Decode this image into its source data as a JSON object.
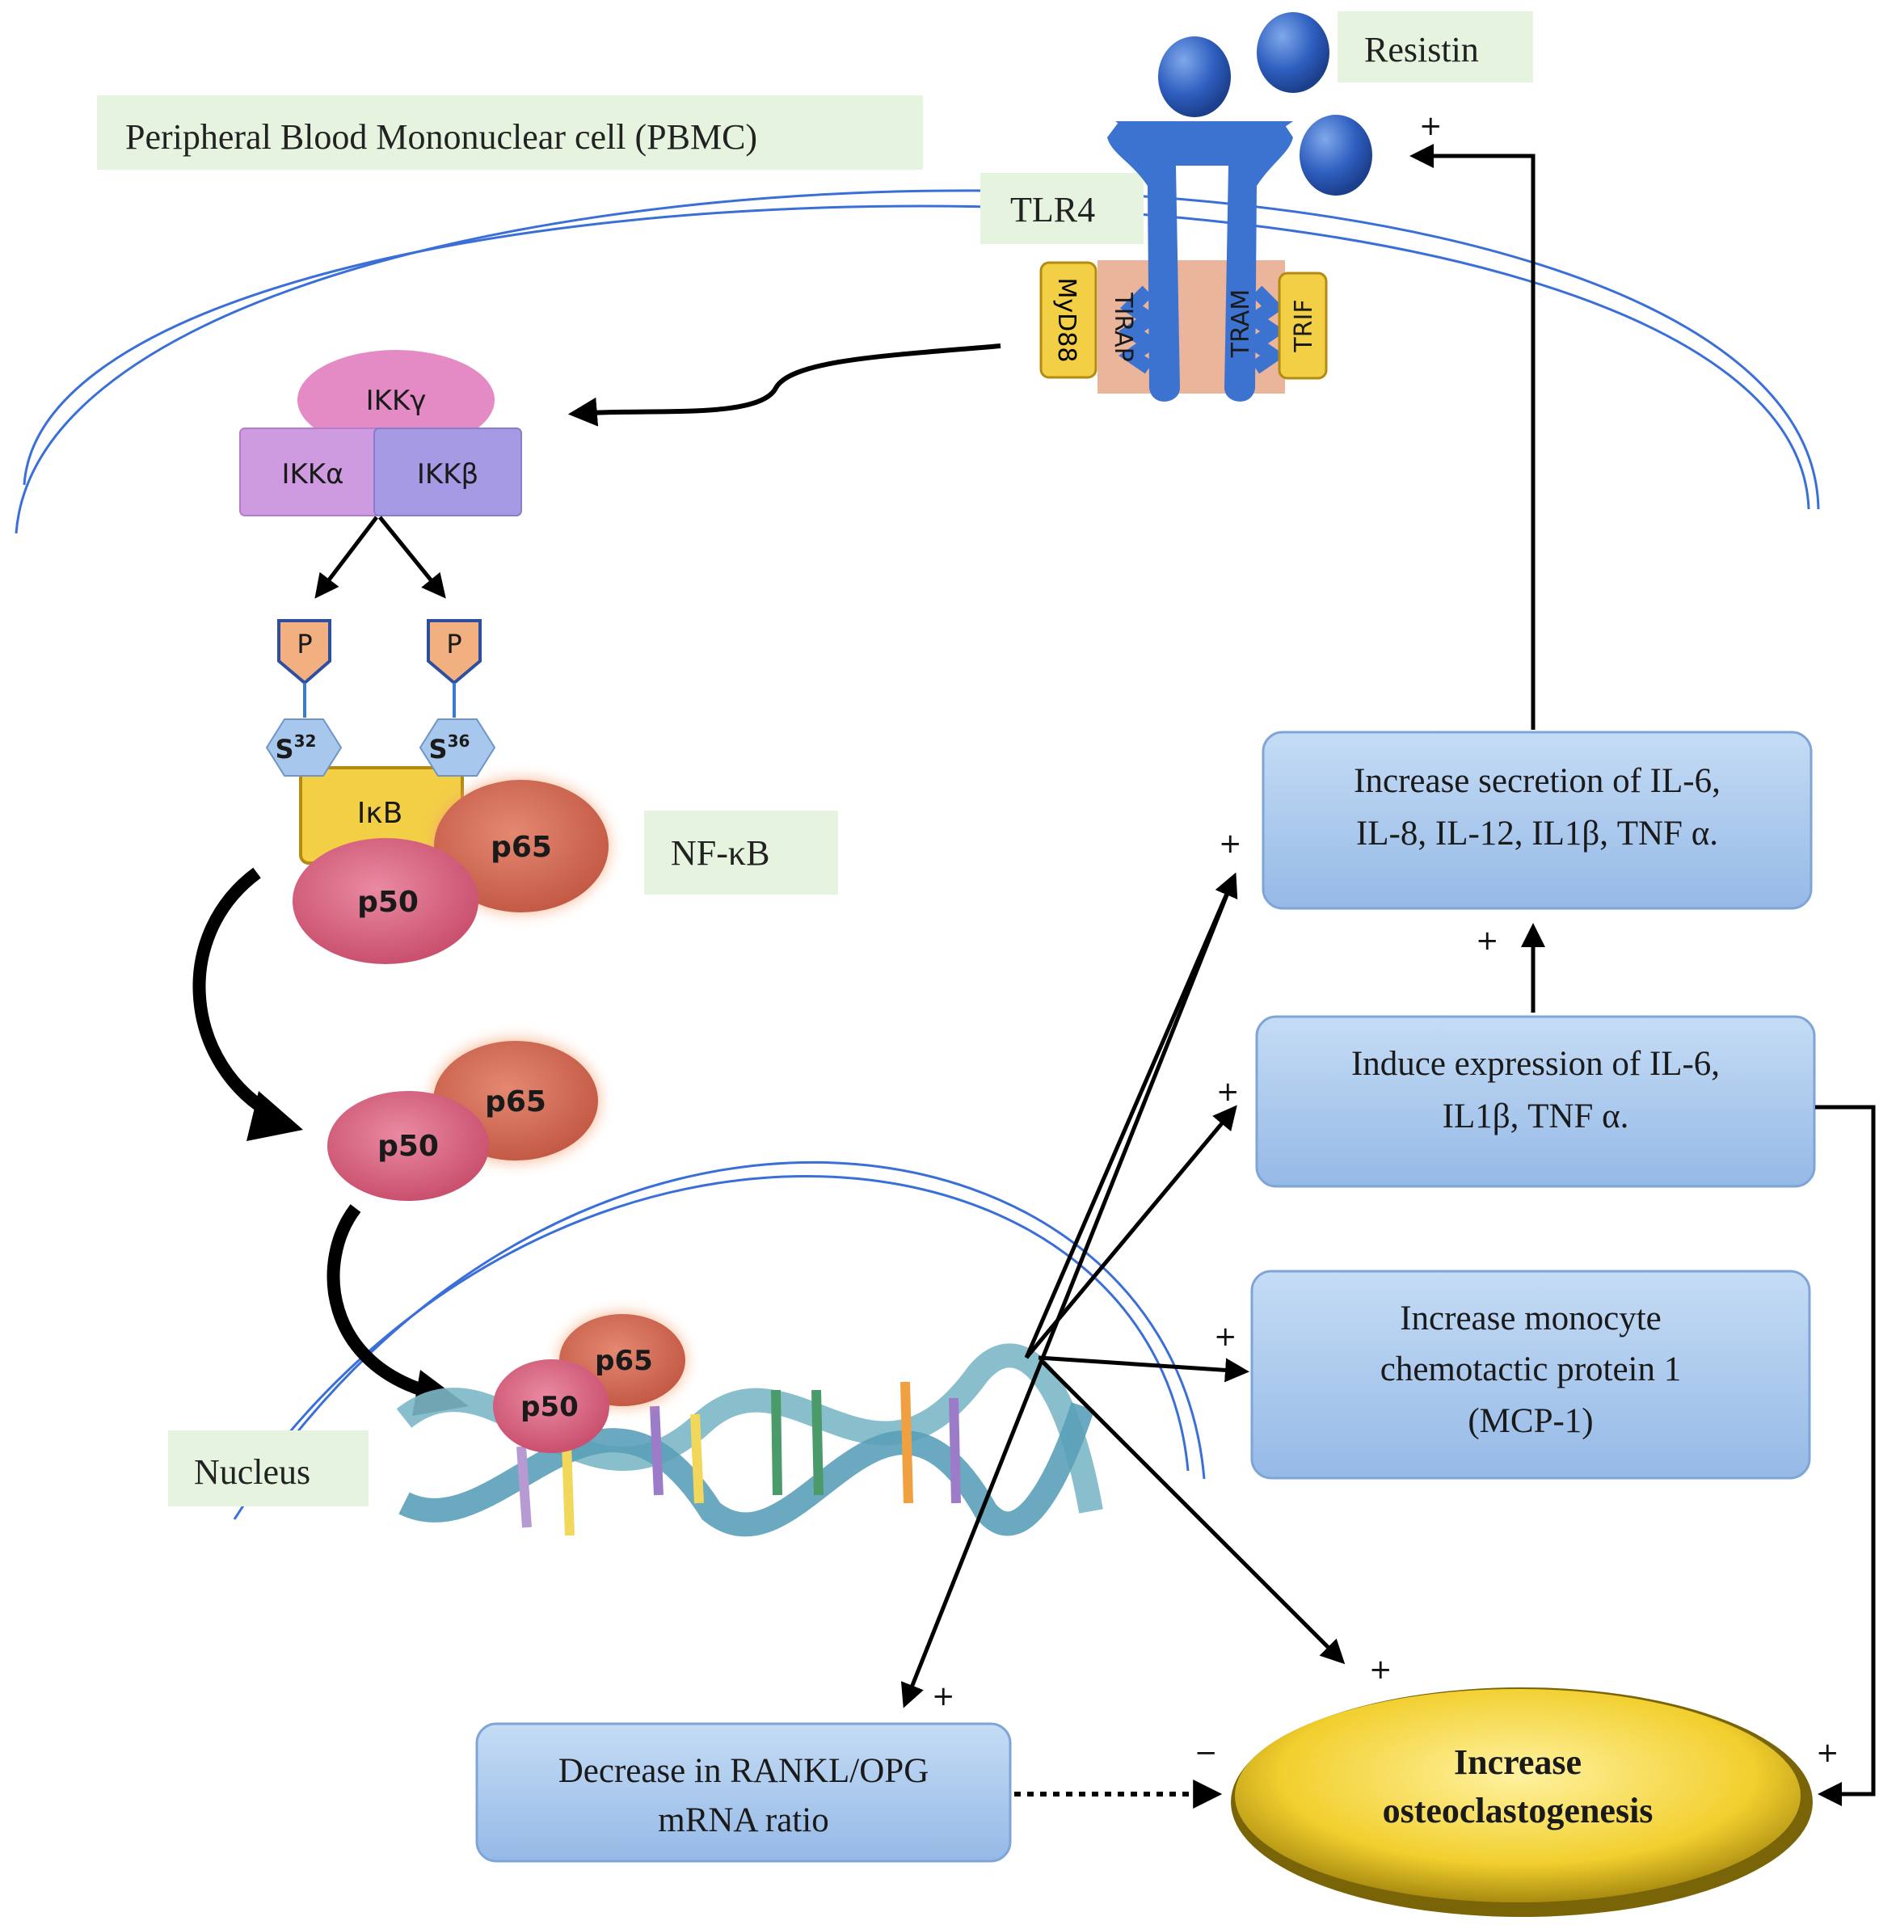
{
  "labels": {
    "pbmc": "Peripheral Blood Mononuclear cell (PBMC)",
    "resistin": "Resistin",
    "tlr4": "TLR4",
    "nfkb": "NF-κB",
    "nucleus": "Nucleus"
  },
  "adaptors": {
    "myd88": "MyD88",
    "tirap": "TIRAP",
    "tram": "TRAM",
    "trif": "TRIF"
  },
  "ikk": {
    "gamma": "IKKγ",
    "alpha": "IKKα",
    "beta": "IKKβ"
  },
  "phospho": {
    "p": "P",
    "s32_base": "S",
    "s32_sup": "32",
    "s36_base": "S",
    "s36_sup": "36",
    "ikb": "IκB"
  },
  "subunits": {
    "p65": "p65",
    "p50": "p50"
  },
  "boxes": {
    "secretion": [
      "Increase secretion of IL-6,",
      "IL-8, IL-12, IL1β, TNF α."
    ],
    "expression": [
      "Induce expression of IL-6,",
      "IL1β, TNF α."
    ],
    "mcp": [
      "Increase monocyte",
      "chemotactic protein 1",
      "(MCP-1)"
    ],
    "rankl": [
      "Decrease in RANKL/OPG",
      "mRNA ratio"
    ],
    "osteo": [
      "Increase",
      "osteoclastogenesis"
    ]
  },
  "signs": {
    "plus": "+",
    "minus": "−"
  },
  "colors": {
    "label_bg": "#e6f3de",
    "box_fill": "#a9c9ec",
    "membrane": "#3a6fd8",
    "tlr4": "#3d73d0",
    "ikk_gamma": "#e48bc6",
    "ikk_alpha": "#cf9be0",
    "ikk_beta": "#a79ae4",
    "p65": "#d46b57",
    "p50": "#d8637f",
    "ikb": "#f2cf45",
    "osteo": "#f0cc2a"
  }
}
